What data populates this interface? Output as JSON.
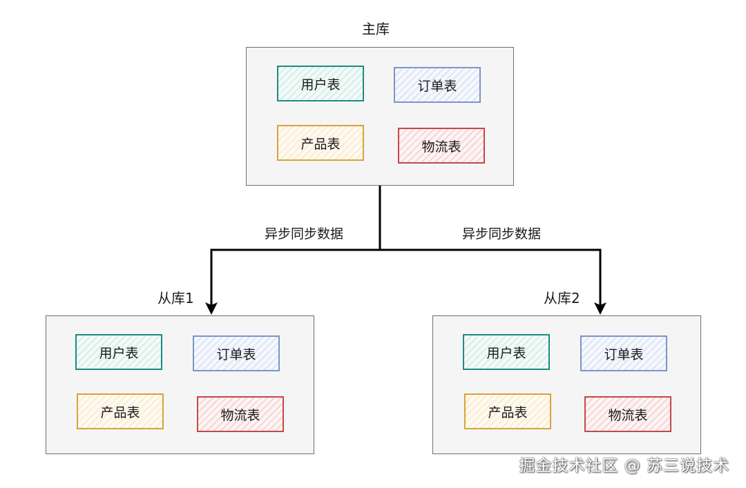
{
  "master": {
    "label": "主库",
    "tables": [
      "用户表",
      "订单表",
      "产品表",
      "物流表"
    ]
  },
  "slave1": {
    "label": "从库1",
    "tables": [
      "用户表",
      "订单表",
      "产品表",
      "物流表"
    ]
  },
  "slave2": {
    "label": "从库2",
    "tables": [
      "用户表",
      "订单表",
      "产品表",
      "物流表"
    ]
  },
  "sync": {
    "left_label": "异步同步数据",
    "right_label": "异步同步数据"
  },
  "colors": {
    "user_table": "#1a8c80",
    "order_table": "#7b95c6",
    "product_table": "#d9a23a",
    "logistics_table": "#c4474a",
    "db_border": "#6e6e6e",
    "db_fill": "#f5f5f5",
    "connector": "#000000"
  },
  "watermark": "掘金技术社区 @ 苏三说技术"
}
